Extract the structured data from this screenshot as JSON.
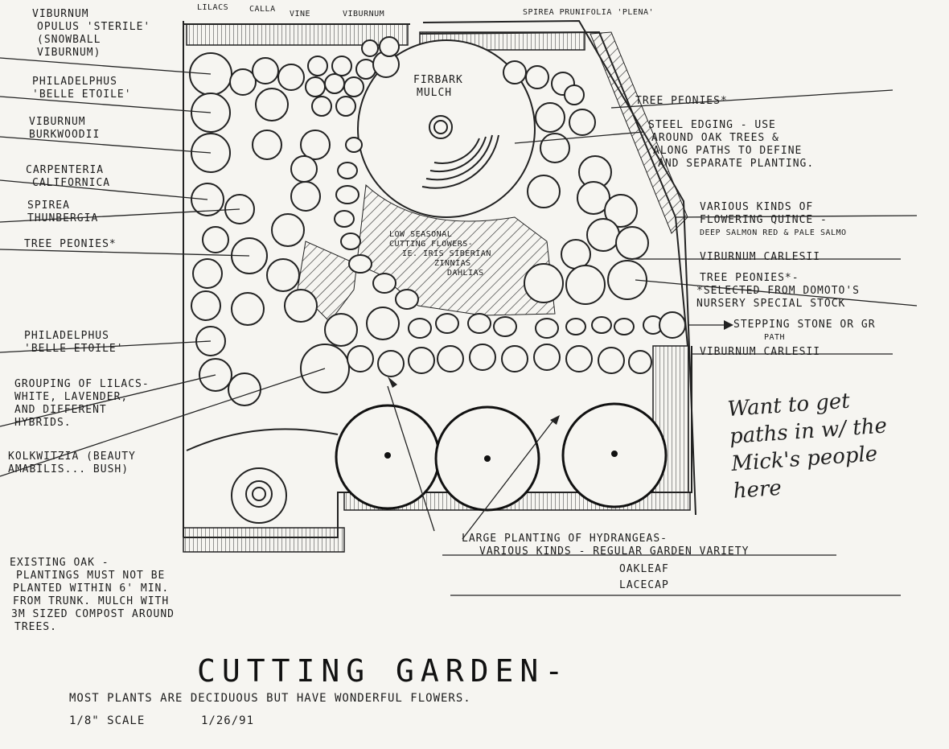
{
  "labels": {
    "top_lilacs": "LILACS",
    "top_calla": "CALLA",
    "top_vine": "VINE",
    "top_viburnum": "VIBURNUM",
    "top_spirea": "SPIREA PRUNIFOLIA 'PLENA'",
    "viburnum_opulus_1": "VIBURNUM",
    "viburnum_opulus_2": "OPULUS 'STERILE'",
    "viburnum_opulus_3": "(SNOWBALL",
    "viburnum_opulus_4": "VIBURNUM)",
    "philadelphus_top_1": "PHILADELPHUS",
    "philadelphus_top_2": "'BELLE ETOILE'",
    "viburnum_burkwoodii_1": "VIBURNUM",
    "viburnum_burkwoodii_2": "BURKWOODII",
    "carpenteria_1": "CARPENTERIA",
    "carpenteria_2": "CALIFORNICA",
    "spirea_thunbergia_1": "SPIREA",
    "spirea_thunbergia_2": "THUNBERGIA",
    "tree_peonies_left": "TREE PEONIES*",
    "philadelphus_bottom_1": "PHILADELPHUS",
    "philadelphus_bottom_2": "'BELLE ETOILE'",
    "lilacs_group_1": "GROUPING OF LILACS-",
    "lilacs_group_2": "WHITE, LAVENDER,",
    "lilacs_group_3": "AND DIFFERENT",
    "lilacs_group_4": "HYBRIDS.",
    "kolkwitzia_1": "KOLKWITZIA (BEAUTY",
    "kolkwitzia_2": "AMABILIS... BUSH)",
    "firbark_1": "FIRBARK",
    "firbark_2": "MULCH",
    "low_seasonal_1": "LOW SEASONAL",
    "low_seasonal_2": "CUTTING FLOWERS-",
    "low_seasonal_3": "IE. IRIS SIBERIAN",
    "low_seasonal_4": "ZINNIAS",
    "low_seasonal_5": "DAHLIAS",
    "tree_peonies_right": "TREE PEONIES*",
    "steel_edging_1": "STEEL EDGING - USE",
    "steel_edging_2": "AROUND OAK TREES &",
    "steel_edging_3": "ALONG PATHS TO DEFINE",
    "steel_edging_4": "AND SEPARATE PLANTING.",
    "quince_1": "VARIOUS KINDS OF",
    "quince_2": "FLOWERING QUINCE -",
    "quince_3": "DEEP SALMON RED & PALE SALMO",
    "viburnum_carlesii_1": "VIBURNUM CARLESII",
    "tree_peonies_note_1": "TREE PEONIES*-",
    "tree_peonies_note_2": "*SELECTED FROM DOMOTO'S",
    "tree_peonies_note_3": "NURSERY SPECIAL STOCK",
    "stepping_stone": "STEPPING STONE OR GR",
    "stepping_path": "PATH",
    "viburnum_carlesii_2": "VIBURNUM CARLESII",
    "hydrangeas_1": "LARGE PLANTING OF HYDRANGEAS-",
    "hydrangeas_2": "VARIOUS KINDS - REGULAR GARDEN VARIETY",
    "hydrangeas_3": "OAKLEAF",
    "hydrangeas_4": "LACECAP",
    "oak_note_1": "EXISTING OAK -",
    "oak_note_2": "PLANTINGS MUST NOT BE",
    "oak_note_3": "PLANTED WITHIN 6' MIN.",
    "oak_note_4": "FROM TRUNK. MULCH WITH",
    "oak_note_5": "3M SIZED COMPOST AROUND",
    "oak_note_6": "TREES."
  },
  "title": {
    "main": "CUTTING GARDEN-",
    "subtitle": "MOST PLANTS ARE DECIDUOUS BUT HAVE WONDERFUL FLOWERS.",
    "scale": "1/8\" SCALE",
    "date": "1/26/91"
  },
  "handwritten_note": "Want to get paths in w/ the Mick's people here"
}
